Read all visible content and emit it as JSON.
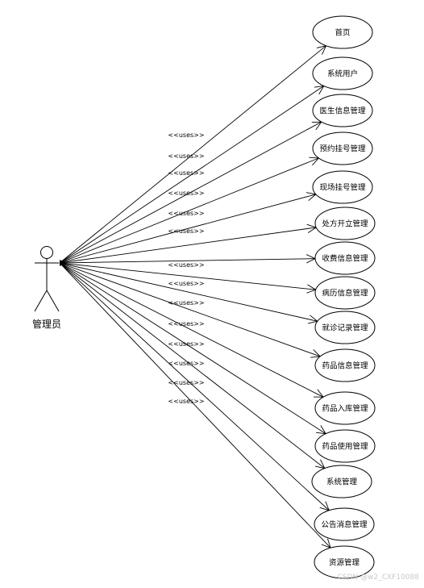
{
  "actor": {
    "label": "管理员"
  },
  "relation_label": "<<uses>>",
  "use_cases": [
    {
      "label": "首页"
    },
    {
      "label": "系统用户"
    },
    {
      "label": "医生信息管理"
    },
    {
      "label": "预约挂号管理"
    },
    {
      "label": "现场挂号管理"
    },
    {
      "label": "处方开立管理"
    },
    {
      "label": "收费信息管理"
    },
    {
      "label": "病历信息管理"
    },
    {
      "label": "就诊记录管理"
    },
    {
      "label": "药品信息管理"
    },
    {
      "label": "药品入库管理"
    },
    {
      "label": "药品使用管理"
    },
    {
      "label": "系统管理"
    },
    {
      "label": "公告消息管理"
    },
    {
      "label": "资源管理"
    }
  ],
  "watermark": "CSDN @w2_CXF10088"
}
